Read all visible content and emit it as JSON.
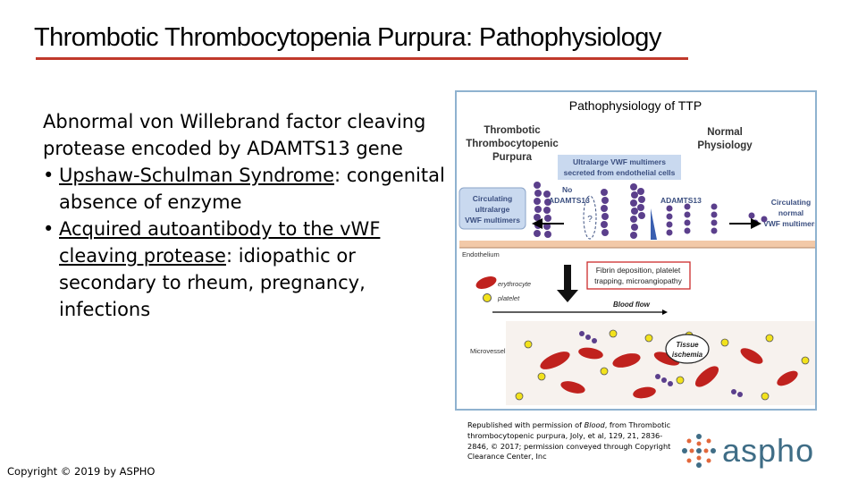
{
  "slide": {
    "title": "Thrombotic Thrombocytopenia Purpura:  Pathophysiology",
    "intro": "Abnormal von Willebrand factor cleaving protease encoded by ADAMTS13 gene",
    "bullets": [
      {
        "marker": "•",
        "underlined": "Upshaw-Schulman Syndrome",
        "rest": ": congenital absence of enzyme"
      },
      {
        "marker": "•",
        "underlined": "Acquired autoantibody to the vWF cleaving protease",
        "rest": ": idiopathic or secondary to rheum, pregnancy, infections"
      }
    ],
    "copyright": "Copyright © 2019 by ASPHO"
  },
  "figure": {
    "title": "Pathophysiology of TTP",
    "ttp_label_1": "Thrombotic",
    "ttp_label_2": "Thrombocytopenic",
    "ttp_label_3": "Purpura",
    "normal_label_1": "Normal",
    "normal_label_2": "Physiology",
    "ultralarge_1": "Ultralarge VWF multimers",
    "ultralarge_2": "secreted from endothelial cells",
    "circ_left_1": "Circulating",
    "circ_left_2": "ultralarge",
    "circ_left_3": "VWF multimers",
    "no_label": "No",
    "adamts_left": "ADAMTS13",
    "question": "?",
    "adamts_right": "ADAMTS13",
    "circ_right_1": "Circulating",
    "circ_right_2": "normal",
    "circ_right_3": "VWF multimers",
    "endothelium": "Endothelium",
    "fibrin_1": "Fibrin deposition, platelet",
    "fibrin_2": "trapping, microangiopathy",
    "erythrocyte": "erythrocyte",
    "platelet": "platelet",
    "blood_flow": "Blood flow",
    "microvessel": "Microvessel",
    "tissue_1": "Tissue",
    "tissue_2": "ischemia"
  },
  "credit": {
    "prefix": "Republished with permission of ",
    "journal": "Blood",
    "suffix": ", from Thrombotic thrombocytopenic purpura, Joly, et al, 129, 21, 2836-2846, © 2017; permission conveyed through Copyright Clearance Center, Inc"
  },
  "logo": {
    "text": "aspho",
    "text_color": "#3f6d86",
    "dot_color_primary": "#3f6d86",
    "dot_color_accent": "#e2683c"
  },
  "colors": {
    "title_rule": "#c0392b",
    "figure_border": "#8fb2cf",
    "vwf_purple": "#5b3f8c",
    "rbc_red": "#c0221e",
    "platelet_yellow": "#f2e21c",
    "callout_blue": "#c9d9ef"
  }
}
